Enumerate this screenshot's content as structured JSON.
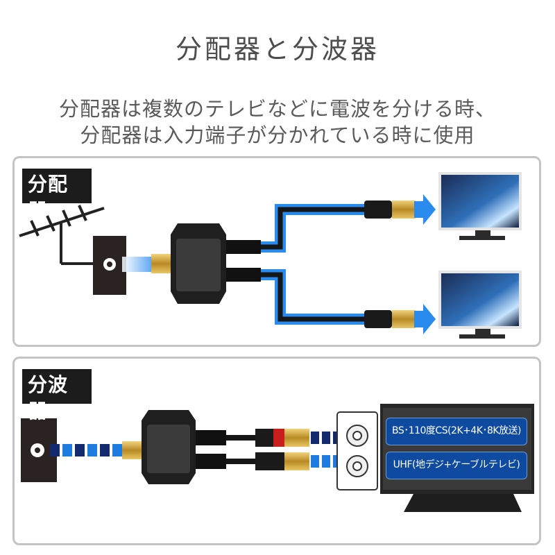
{
  "title": "分配器と分波器",
  "description": {
    "line1": "分配器は複数のテレビなどに電波を分ける時、",
    "line2": "分配器は入力端子が分かれている時に使用"
  },
  "sections": [
    {
      "label": "分配器"
    },
    {
      "label": "分波器"
    }
  ],
  "tv_labels": {
    "bs": "BS･110度CS(2K+4K･8K放送)",
    "uhf": "UHF(地デジ+ケーブルテレビ)"
  },
  "colors": {
    "signal_blue": "#1e7be0",
    "dark_blue": "#142a6e",
    "connector_gold": "#c9a23a",
    "device_black": "#2a2a2a",
    "label_blue": "#0d4aa0",
    "rca_red": "#c81e1e"
  },
  "icons": [
    "antenna-icon",
    "wall-outlet-icon",
    "splitter-icon",
    "tv-monitor-icon",
    "arrow-right-icon",
    "separator-icon",
    "tv-input-jack-icon"
  ]
}
